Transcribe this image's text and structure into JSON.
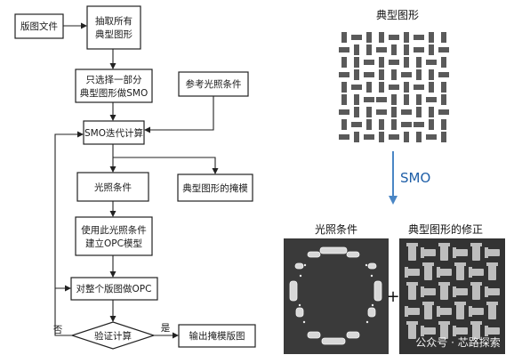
{
  "flowchart": {
    "layout_file": "版图文件",
    "extract_1": "抽取所有",
    "extract_2": "典型图形",
    "select_1": "只选择一部分",
    "select_2": "典型图形做SMO",
    "ref_light": "参考光照条件",
    "smo_iter": "SMO迭代计算",
    "illum": "光照条件",
    "mask": "典型图形的掩模",
    "build_1": "使用此光照条件",
    "build_2": "建立OPC模型",
    "full_opc": "对整个版图做OPC",
    "verify": "验证计算",
    "output": "输出掩模版图",
    "no": "否",
    "yes": "是"
  },
  "right": {
    "typical_title": "典型图形",
    "smo_label": "SMO",
    "illum_title": "光照条件",
    "correction_title": "典型图形的修正",
    "plus": "+",
    "watermark": "公众号 · 芯路探索"
  },
  "colors": {
    "arrow_blue": "#4a86c5",
    "pattern_gray": "#5a5a5a",
    "panel_dark": "#3a3a3a"
  }
}
